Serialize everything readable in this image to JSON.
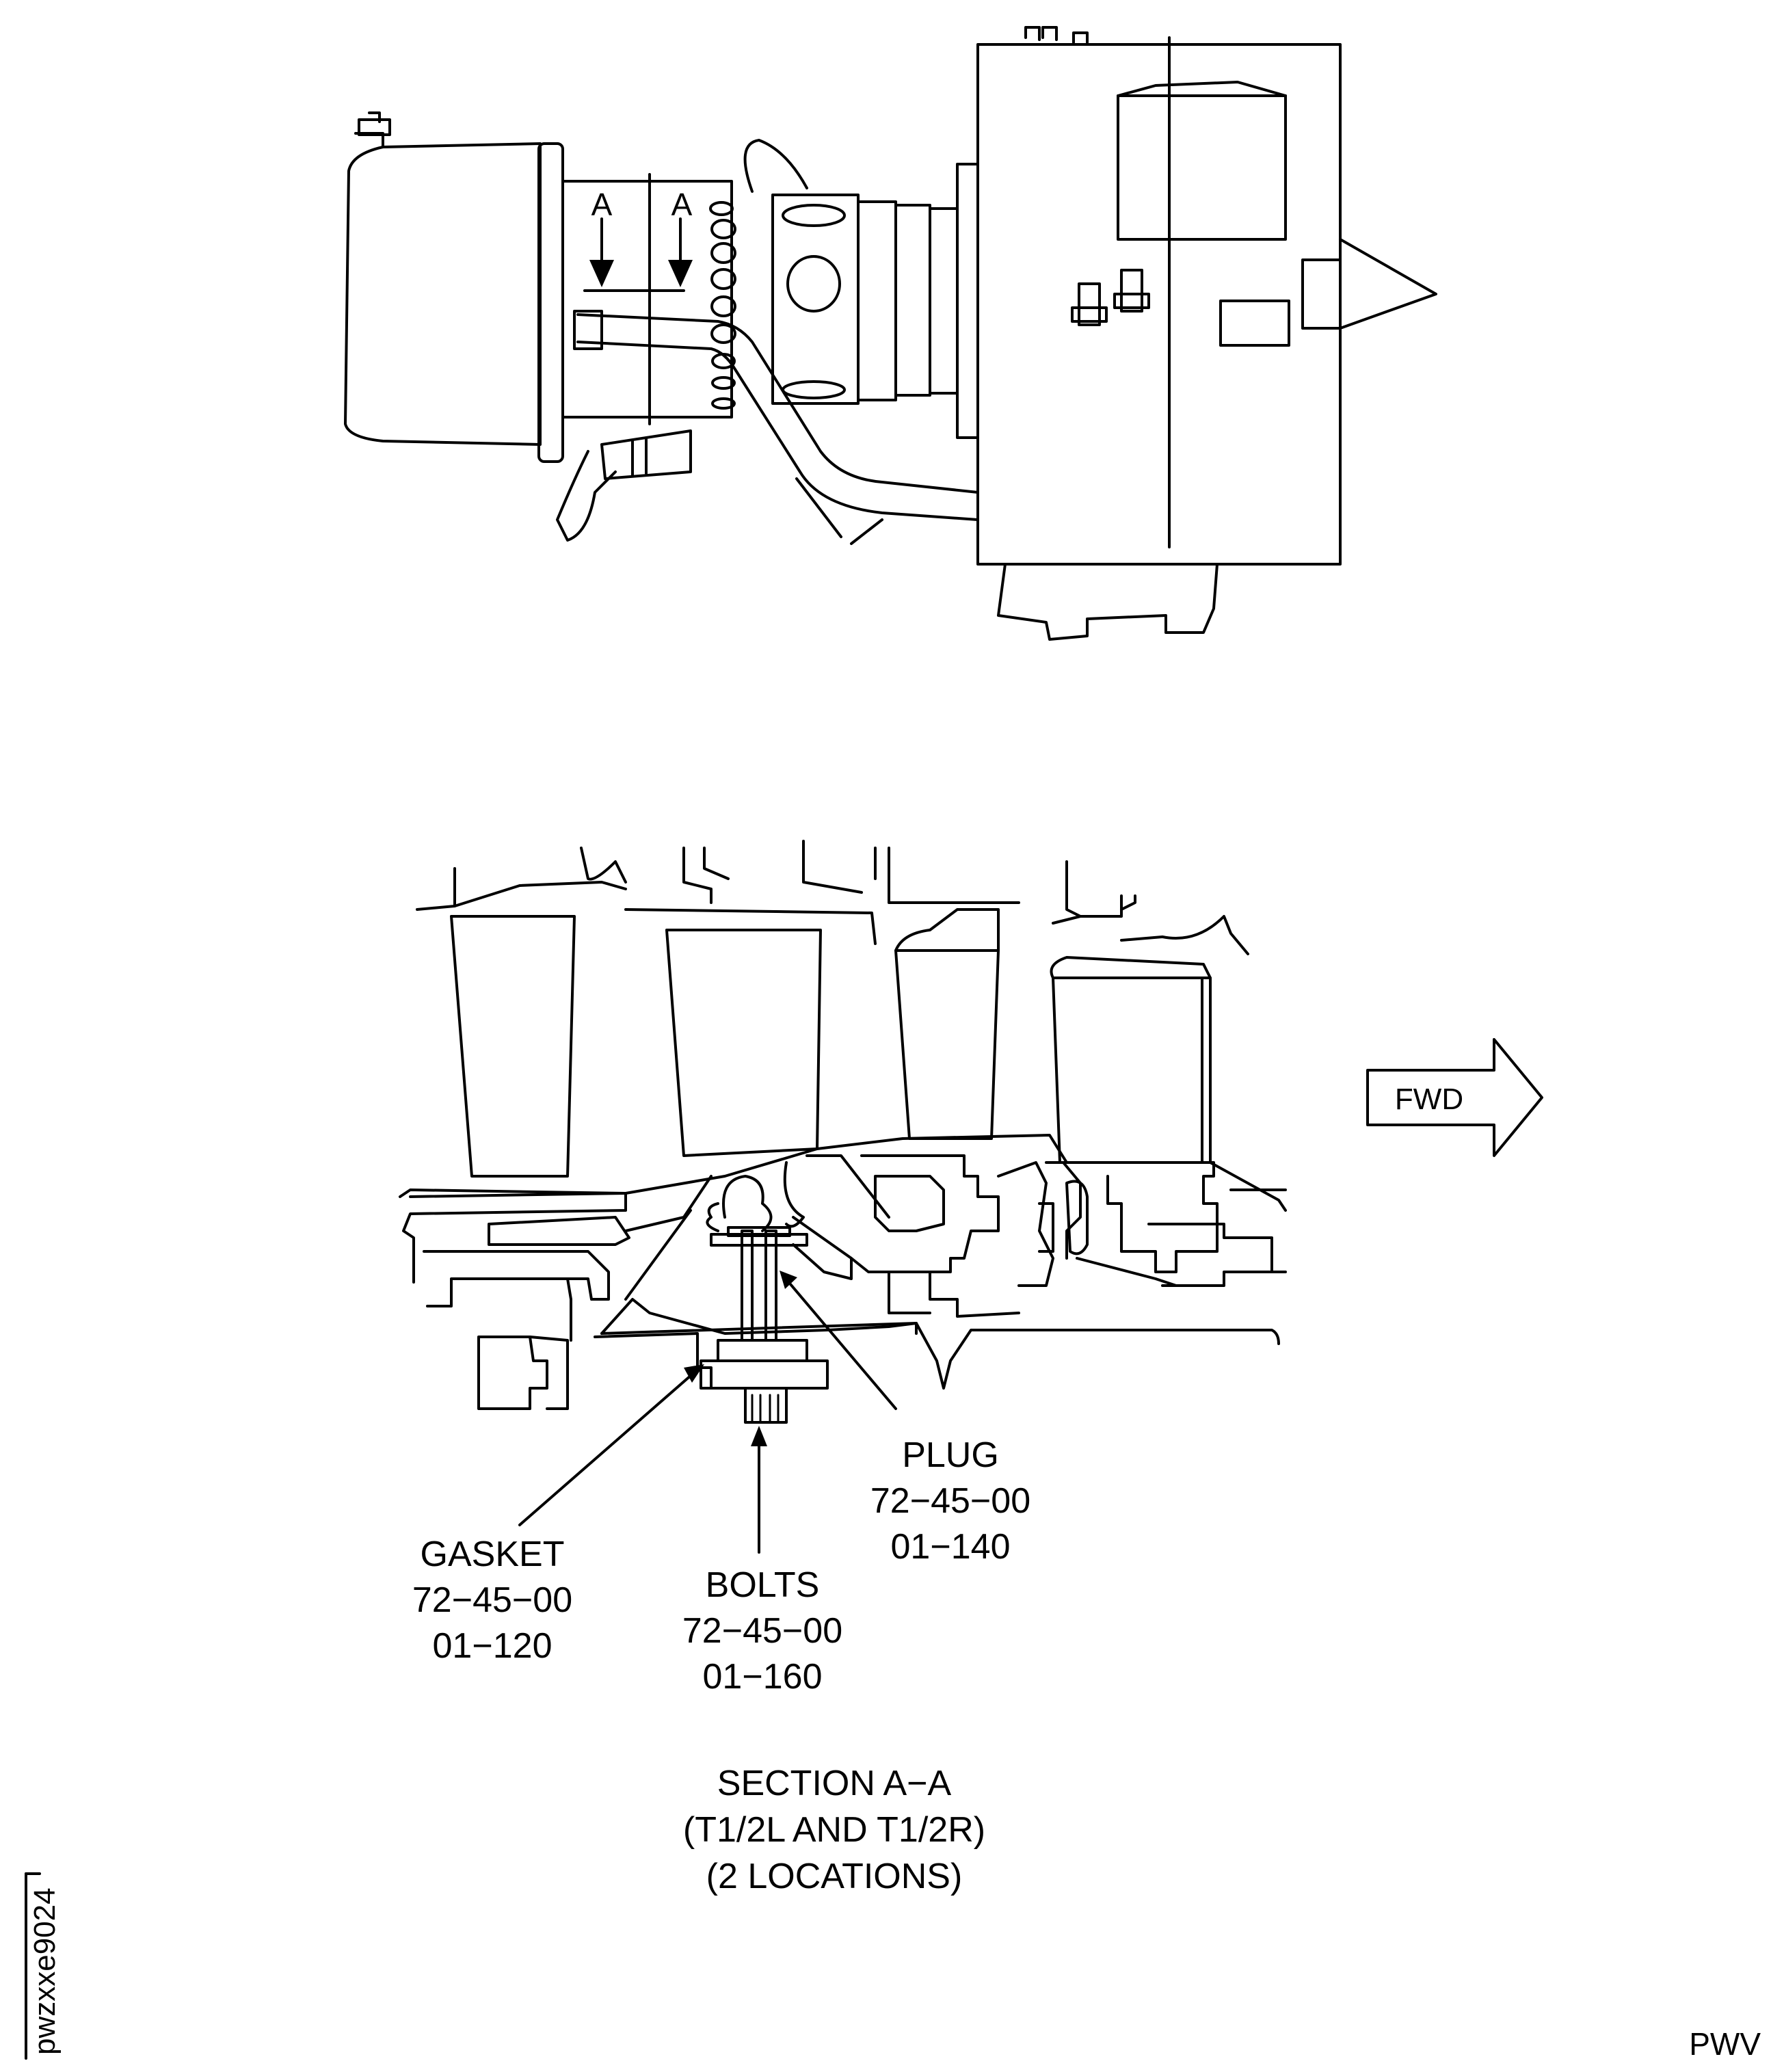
{
  "view_labels": {
    "left": "A",
    "right": "A"
  },
  "direction": {
    "label": "FWD"
  },
  "callouts": {
    "gasket": {
      "name": "GASKET",
      "ref": "72−45−00",
      "item": "01−120"
    },
    "bolts": {
      "name": "BOLTS",
      "ref": "72−45−00",
      "item": "01−160"
    },
    "plug": {
      "name": "PLUG",
      "ref": "72−45−00",
      "item": "01−140"
    }
  },
  "section": {
    "title": "SECTION A−A",
    "subtitle": "(T1/2L AND T1/2R)",
    "count": "(2 LOCATIONS)"
  },
  "figure_id": "pwzxxe9024",
  "corner_mark": "PWV"
}
